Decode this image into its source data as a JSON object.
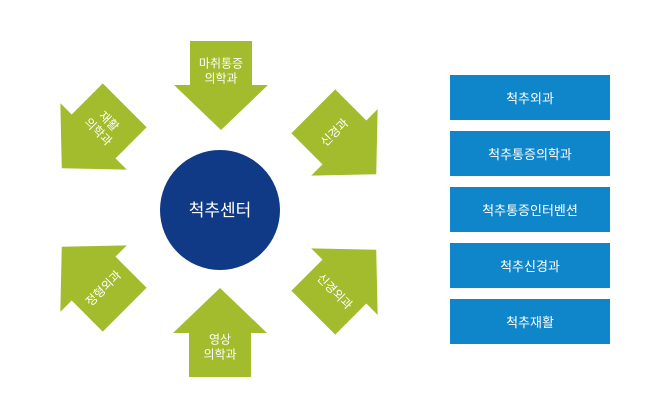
{
  "colors": {
    "arrow": "#a2bc2d",
    "center": "#113a86",
    "list": "#0f86c9"
  },
  "center": {
    "label": "척추센터"
  },
  "arrows": [
    {
      "name": "arrow-pain-medicine",
      "lines": [
        "마취통증",
        "의학과"
      ]
    },
    {
      "name": "arrow-neurology",
      "lines": [
        "신경과"
      ]
    },
    {
      "name": "arrow-neurosurgery",
      "lines": [
        "신경외과"
      ]
    },
    {
      "name": "arrow-radiology",
      "lines": [
        "영상",
        "의학과"
      ]
    },
    {
      "name": "arrow-orthopedics",
      "lines": [
        "정형외과"
      ]
    },
    {
      "name": "arrow-rehabilitation",
      "lines": [
        "재활",
        "의학과"
      ]
    }
  ],
  "list": {
    "items": [
      "척추외과",
      "척추통증의학과",
      "척추통증인터벤션",
      "척추신경과",
      "척추재활"
    ]
  }
}
